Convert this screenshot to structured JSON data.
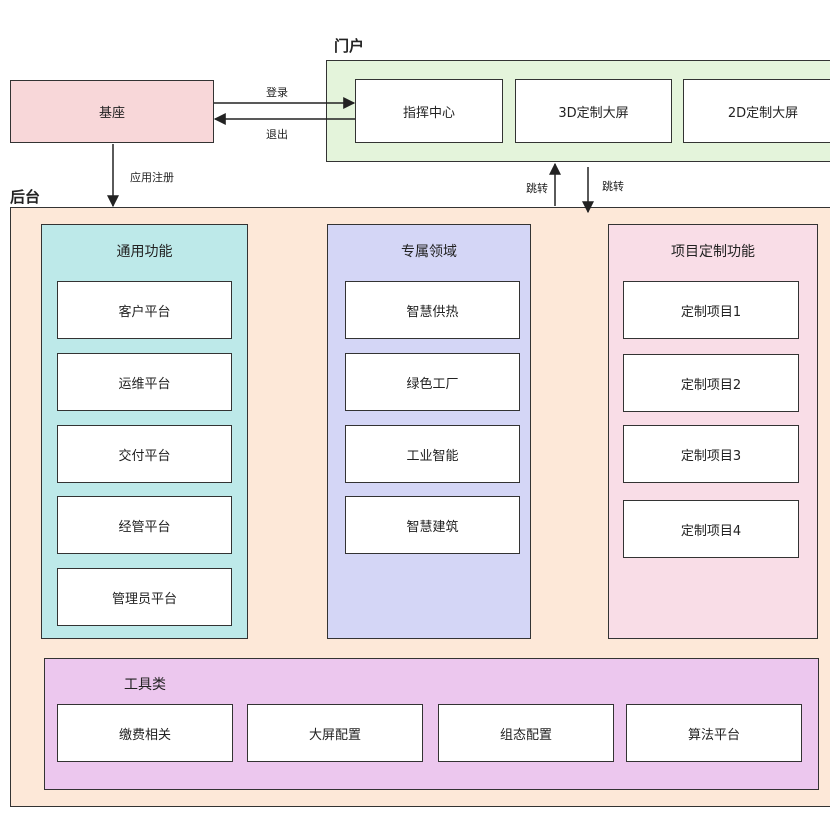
{
  "base": {
    "label": "基座"
  },
  "portal": {
    "title": "门户",
    "items": [
      {
        "label": "指挥中心"
      },
      {
        "label": "3D定制大屏"
      },
      {
        "label": "2D定制大屏"
      }
    ]
  },
  "arrows": {
    "login": "登录",
    "logout": "退出",
    "app_register": "应用注册",
    "jump_up": "跳转",
    "jump_down": "跳转"
  },
  "backend": {
    "title": "后台",
    "general": {
      "title": "通用功能",
      "items": [
        {
          "label": "客户平台"
        },
        {
          "label": "运维平台"
        },
        {
          "label": "交付平台"
        },
        {
          "label": "经管平台"
        },
        {
          "label": "管理员平台"
        }
      ]
    },
    "domain": {
      "title": "专属领域",
      "items": [
        {
          "label": "智慧供热"
        },
        {
          "label": "绿色工厂"
        },
        {
          "label": "工业智能"
        },
        {
          "label": "智慧建筑"
        }
      ]
    },
    "custom": {
      "title": "项目定制功能",
      "items": [
        {
          "label": "定制项目1"
        },
        {
          "label": "定制项目2"
        },
        {
          "label": "定制项目3"
        },
        {
          "label": "定制项目4"
        }
      ]
    },
    "tools": {
      "title": "工具类",
      "items": [
        {
          "label": "缴费相关"
        },
        {
          "label": "大屏配置"
        },
        {
          "label": "组态配置"
        },
        {
          "label": "算法平台"
        }
      ]
    }
  },
  "colors": {
    "base_fill": "#f8d7d9",
    "portal_fill": "#e4f4db",
    "backend_fill": "#fde8d8",
    "general_fill": "#bde9e9",
    "domain_fill": "#d4d6f6",
    "custom_fill": "#f9dde7",
    "tools_fill": "#ecc7ee"
  }
}
